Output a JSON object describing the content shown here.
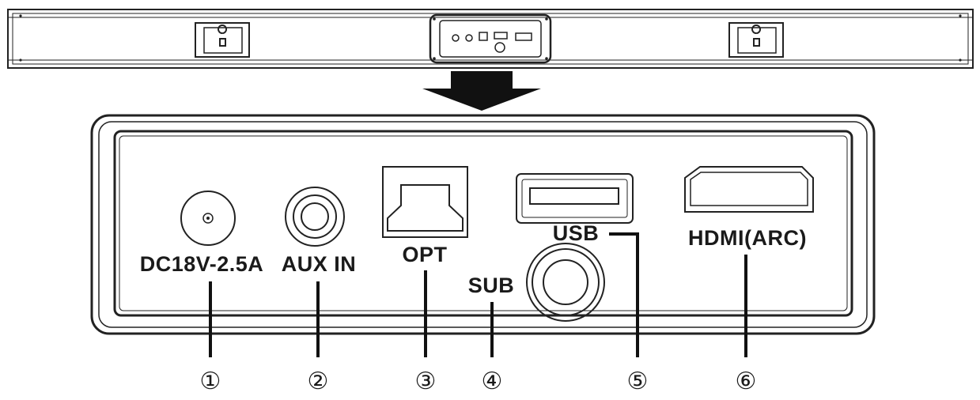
{
  "ports": [
    {
      "number": "①",
      "label": "DC18V-2.5A"
    },
    {
      "number": "②",
      "label": "AUX IN"
    },
    {
      "number": "③",
      "label": "OPT"
    },
    {
      "number": "④",
      "label": "SUB"
    },
    {
      "number": "⑤",
      "label": "USB"
    },
    {
      "number": "⑥",
      "label": "HDMI(ARC)"
    }
  ],
  "colors": {
    "line": "#222222",
    "background": "#ffffff"
  }
}
